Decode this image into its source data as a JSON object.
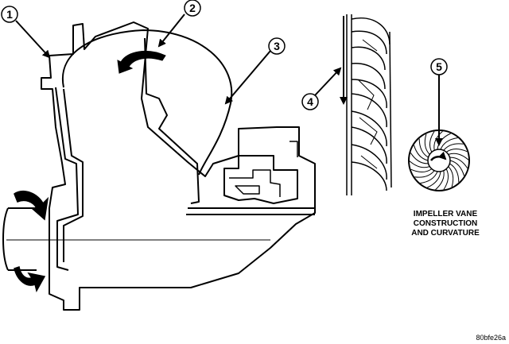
{
  "callouts": [
    "1",
    "2",
    "3",
    "4",
    "5"
  ],
  "caption": {
    "line1": "IMPELLER VANE",
    "line2": "CONSTRUCTION",
    "line3": "AND CURVATURE"
  },
  "figure_id": "80bfe26a",
  "colors": {
    "ink": "#000000",
    "background": "#ffffff",
    "fill": "#ffffff"
  }
}
